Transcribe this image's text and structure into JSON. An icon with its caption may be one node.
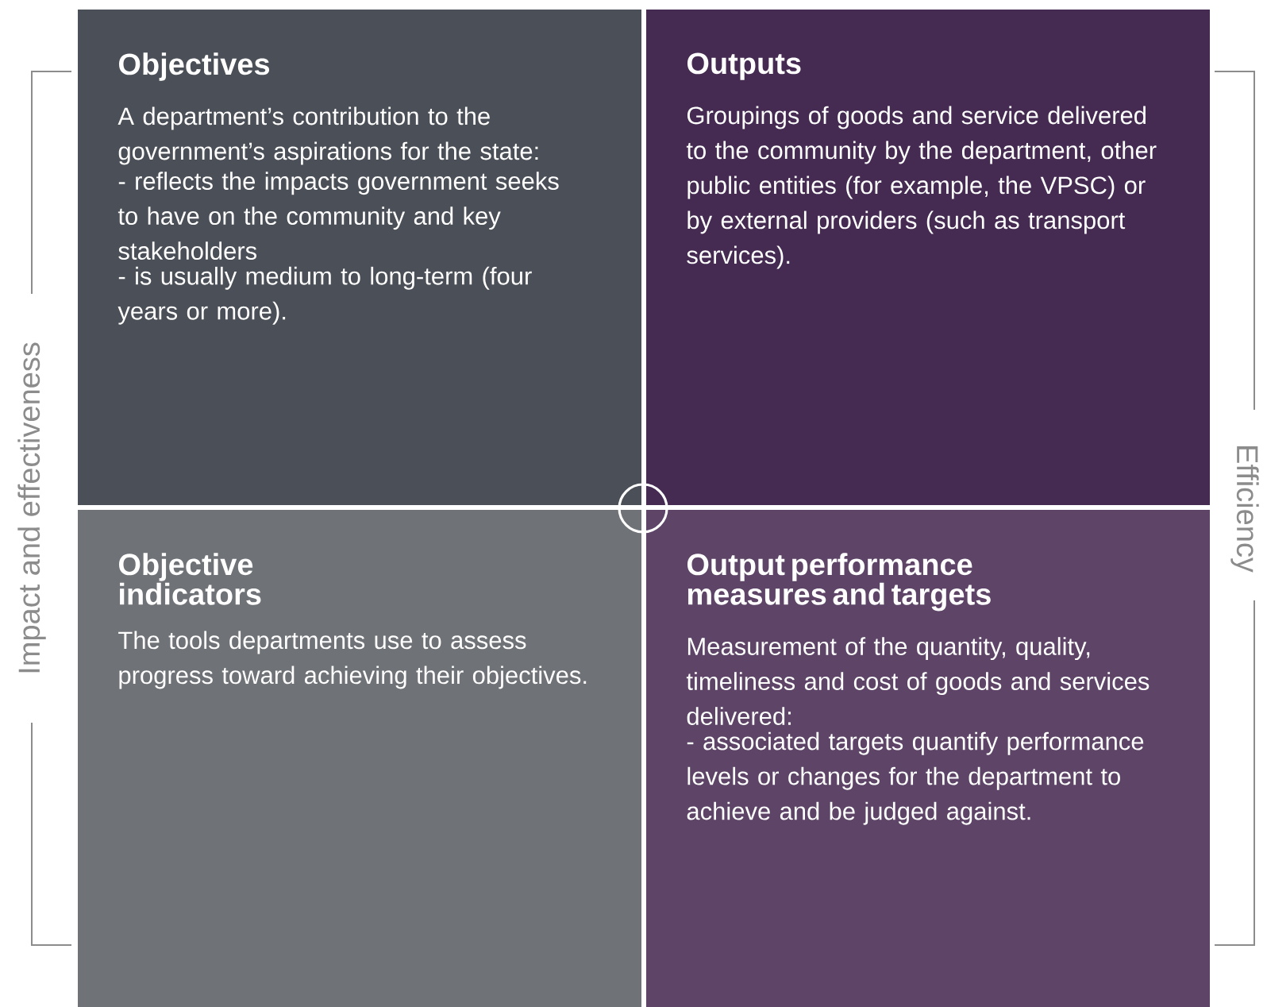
{
  "diagram": {
    "nodes": [
      {
        "text": [
          "Objectives",
          "A department’s contribution to the government’s aspirations for the state:",
          "- reflects the impacts government seeks to have on the community and key stakeholders",
          "- is usually medium to long-term (four years or more)."
        ]
      },
      {
        "text": [
          "Outputs",
          "Groupings of goods and service delivered to the community by the department, other public entities (for example, the VPSC) or by external providers (such as transport services)."
        ]
      },
      {
        "text": [
          "Objective indicators",
          "The tools departments use to assess progress toward achieving their objectives."
        ]
      },
      {
        "text": [
          "Output performance measures and targets",
          "Measurement of the quantity, quality, timeliness and cost of goods and services delivered:",
          "- associated targets quantify performance levels or changes for the department to achieve and be judged against."
        ]
      }
    ],
    "labels": [
      "Impact and effectiveness",
      "Efficiency"
    ]
  }
}
